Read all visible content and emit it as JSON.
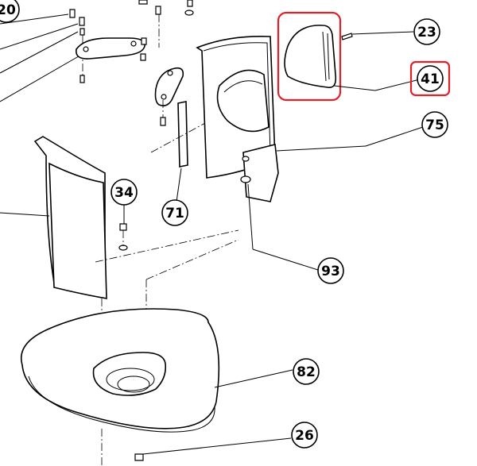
{
  "diagram": {
    "callouts": [
      {
        "id": "20",
        "label": "20"
      },
      {
        "id": "23",
        "label": "23"
      },
      {
        "id": "41",
        "label": "41"
      },
      {
        "id": "75",
        "label": "75"
      },
      {
        "id": "34",
        "label": "34"
      },
      {
        "id": "71",
        "label": "71"
      },
      {
        "id": "93",
        "label": "93"
      },
      {
        "id": "82",
        "label": "82"
      },
      {
        "id": "26",
        "label": "26"
      }
    ],
    "highlighted_parts": [
      "41"
    ],
    "highlight_color": "#e0202a"
  }
}
